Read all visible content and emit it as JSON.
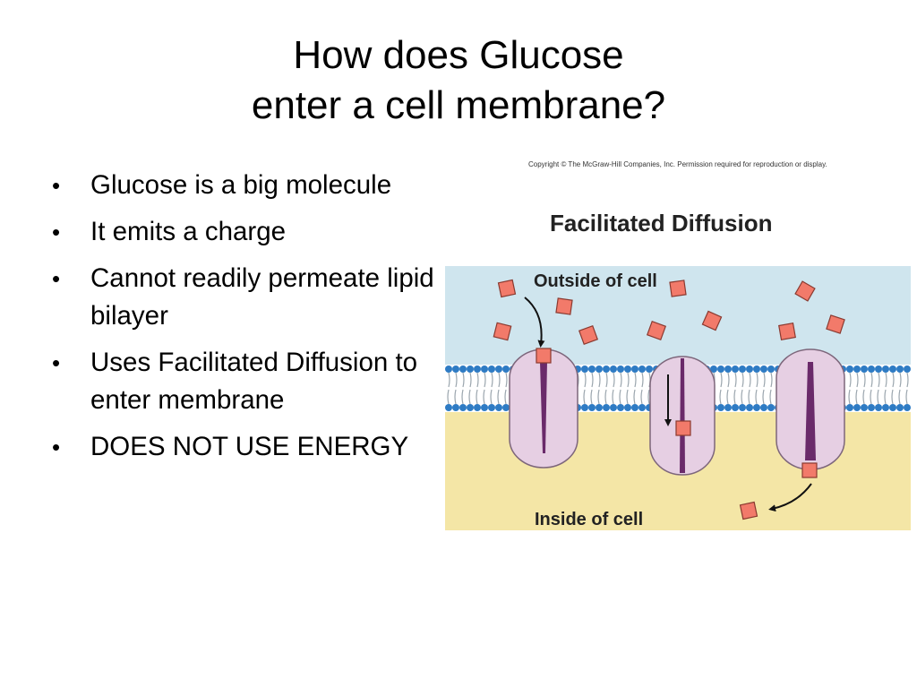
{
  "slide": {
    "title_line1": "How does Glucose",
    "title_line2": "enter a cell membrane?",
    "bullets": [
      "Glucose is a big molecule",
      "It emits a charge",
      "Cannot readily permeate lipid bilayer",
      "Uses Facilitated Diffusion to enter membrane",
      "DOES NOT USE ENERGY"
    ]
  },
  "diagram": {
    "copyright": "Copyright © The McGraw-Hill Companies, Inc. Permission required for reproduction or display.",
    "heading": "Facilitated Diffusion",
    "outside_label": "Outside of cell",
    "inside_label": "Inside of cell"
  },
  "colors": {
    "outside_fill": "#cfe5ee",
    "inside_fill": "#f4e6a6",
    "protein_fill": "#e6cfe3",
    "channel": "#6a2a6a",
    "glucose_fill": "#f27a6a",
    "lipid_head": "#2e7bc4"
  }
}
